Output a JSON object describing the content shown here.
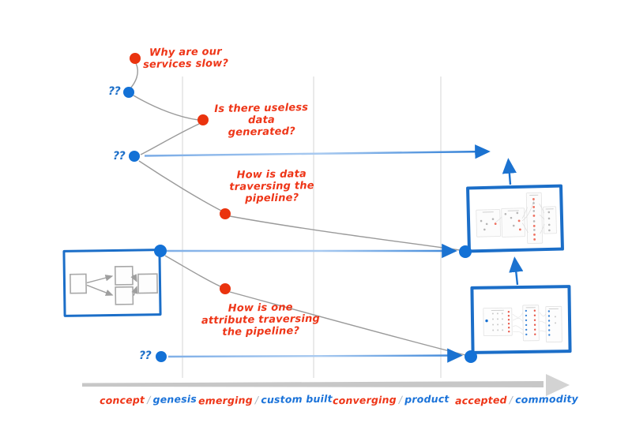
{
  "questions": [
    {
      "lines": [
        "Why are our",
        "services slow?"
      ]
    },
    {
      "lines": [
        "Is there useless",
        "data generated?"
      ]
    },
    {
      "lines": [
        "How is data",
        "traversing the",
        "pipeline?"
      ]
    },
    {
      "lines": [
        "How is one",
        "attribute traversing",
        "the pipeline?"
      ]
    }
  ],
  "unknowns": [
    {
      "label": "??"
    },
    {
      "label": "??"
    },
    {
      "label": "??"
    }
  ],
  "axis": {
    "separator": "/",
    "stages": [
      {
        "maturity": "concept",
        "evolution": "genesis"
      },
      {
        "maturity": "emerging",
        "evolution": "custom built"
      },
      {
        "maturity": "converging",
        "evolution": "product"
      },
      {
        "maturity": "accepted",
        "evolution": "commodity"
      }
    ]
  },
  "colors": {
    "question_red": "#ee3517",
    "node_red": "#ea330e",
    "node_blue": "#1371d6",
    "border_blue": "#1b6ec8",
    "line_blue": "#1d73d2",
    "curve_gray": "#9a9a9a",
    "grid_gray": "#e3e3e3",
    "axis_gray": "#c7c7c7"
  }
}
